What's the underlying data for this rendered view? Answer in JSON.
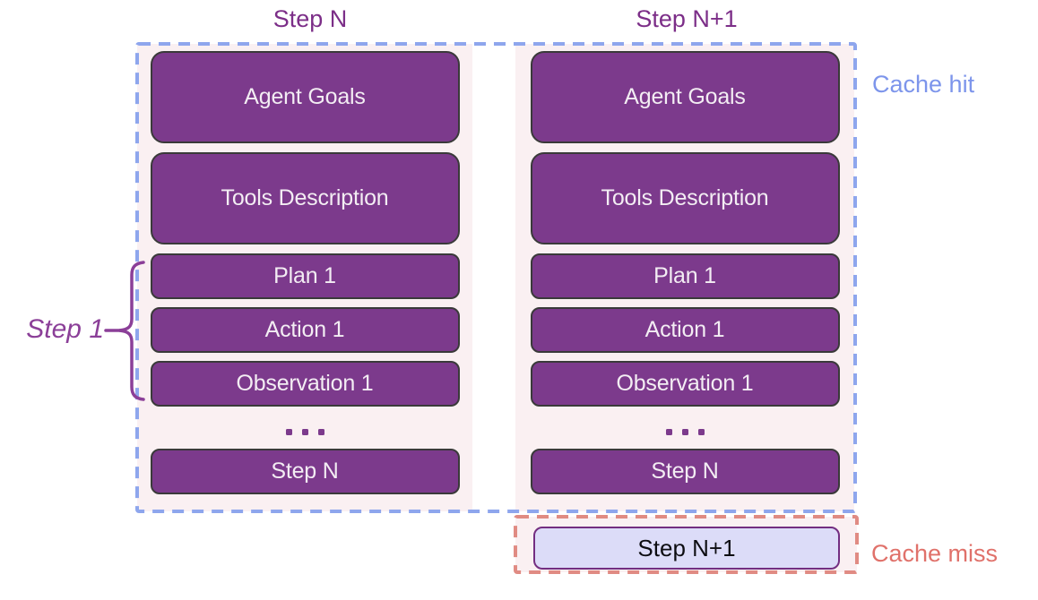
{
  "labels": {
    "cache_hit": "Cache hit",
    "cache_miss": "Cache miss",
    "step_group": "Step 1"
  },
  "columns": [
    {
      "id": "left",
      "title": "Step N",
      "boxes": [
        {
          "label": "Agent Goals",
          "size": "large"
        },
        {
          "label": "Tools Description",
          "size": "large"
        },
        {
          "label": "Plan 1",
          "size": "small"
        },
        {
          "label": "Action 1",
          "size": "small"
        },
        {
          "label": "Observation 1",
          "size": "small"
        },
        {
          "label": ". . .",
          "size": "ellipsis"
        },
        {
          "label": "Step N",
          "size": "small"
        }
      ]
    },
    {
      "id": "right",
      "title": "Step N+1",
      "boxes": [
        {
          "label": "Agent Goals",
          "size": "large"
        },
        {
          "label": "Tools Description",
          "size": "large"
        },
        {
          "label": "Plan 1",
          "size": "small"
        },
        {
          "label": "Action 1",
          "size": "small"
        },
        {
          "label": "Observation 1",
          "size": "small"
        },
        {
          "label": ". . .",
          "size": "ellipsis"
        },
        {
          "label": "Step N",
          "size": "small"
        }
      ]
    }
  ],
  "cache_miss_box": {
    "label": "Step N+1"
  },
  "colors": {
    "panel_bg": "#faf0f2",
    "box_fill": "#7c3a8c",
    "box_border": "#3a3a3a",
    "box_text": "#f3edf3",
    "title_text": "#7c2e88",
    "brace_color": "#8b3f98",
    "cache_hit_border": "#8ea6ed",
    "cache_hit_text": "#7d95eb",
    "cache_miss_border": "#e08b83",
    "cache_miss_text": "#e0716a",
    "miss_box_fill": "#dcdcf8",
    "miss_box_border": "#732e81"
  }
}
